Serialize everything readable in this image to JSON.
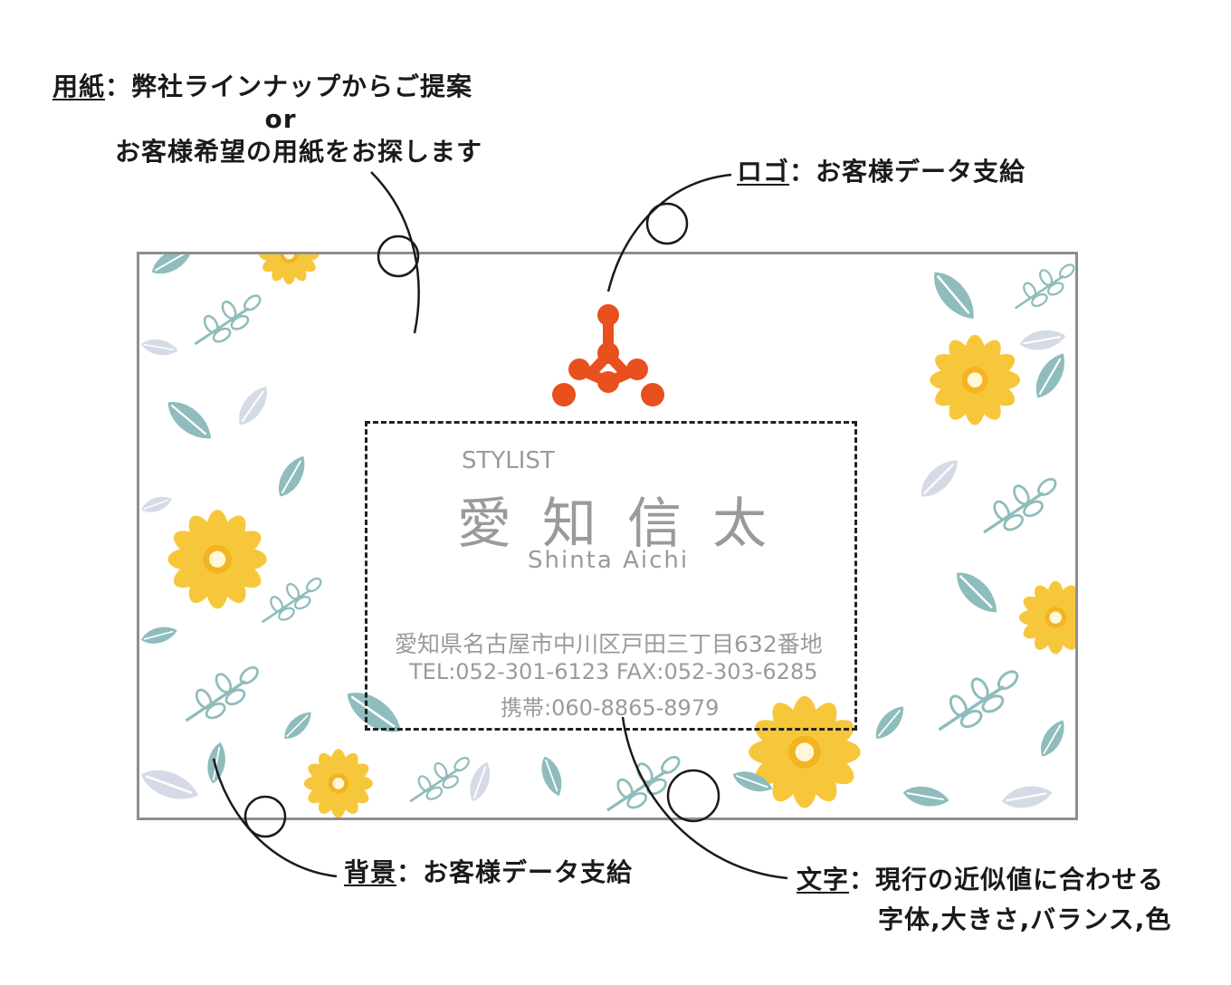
{
  "annotations": {
    "paper": {
      "key": "用紙",
      "sep": "：",
      "line1": "弊社ラインナップからご提案",
      "line2": "or",
      "line3": "お客様希望の用紙をお探します"
    },
    "logo": {
      "key": "ロゴ",
      "sep": "：",
      "text": "お客様データ支給"
    },
    "background": {
      "key": "背景",
      "sep": "：",
      "text": "お客様データ支給"
    },
    "text": {
      "key": "文字",
      "sep": "：",
      "line1": "現行の近似値に合わせる",
      "line2": "字体,大きさ,バランス,色"
    }
  },
  "card": {
    "title": "STYLIST",
    "name": "愛知信太",
    "name_roman": "Shinta  Aichi",
    "address": "愛知県名古屋市中川区戸田三丁目632番地",
    "tel_fax": "TEL:052-301-6123  FAX:052-303-6285",
    "mobile": "携帯:060-8865-8979"
  },
  "colors": {
    "logo": "#e8501e",
    "leaf": "#8fbcbc",
    "leaf_light": "#d5dbe6",
    "flower": "#f7c531",
    "card_text": "#9a9a9a",
    "border": "#8e8e8e"
  }
}
